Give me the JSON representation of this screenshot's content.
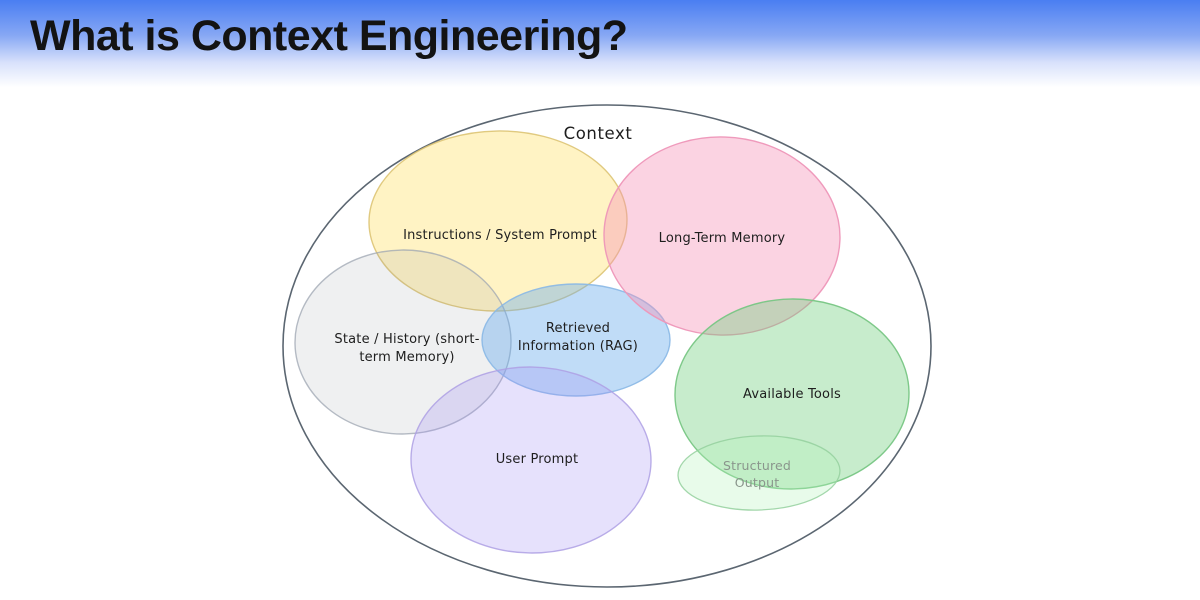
{
  "header": {
    "title": "What is Context Engineering?"
  },
  "diagram": {
    "outer_label": "Context",
    "colors": {
      "outer_stroke": "#5b6671",
      "label_text": "#1e1e1e",
      "muted_text": "#8a958c",
      "header_gradient_top": "#4a7ef2",
      "header_gradient_bottom": "#ffffff"
    },
    "sets": [
      {
        "name": "instructions-system-prompt",
        "label": "Instructions / System Prompt",
        "lines": [
          "Instructions / System Prompt"
        ],
        "fill": "rgba(255,233,148,0.55)",
        "stroke": "rgba(219,193,111,0.85)"
      },
      {
        "name": "long-term-memory",
        "label": "Long-Term Memory",
        "lines": [
          "Long-Term Memory"
        ],
        "fill": "rgba(244,145,182,0.40)",
        "stroke": "rgba(238,150,184,0.95)"
      },
      {
        "name": "state-history-short-term-memory",
        "label": "State / History (short-term Memory)",
        "lines": [
          "State / History (short-",
          "term Memory)"
        ],
        "fill": "rgba(139,148,158,0.14)",
        "stroke": "rgba(158,166,177,0.75)"
      },
      {
        "name": "retrieved-information-rag",
        "label": "Retrieved Information (RAG)",
        "lines": [
          "Retrieved",
          "Information (RAG)"
        ],
        "fill": "rgba(106,172,236,0.42)",
        "stroke": "rgba(138,184,230,0.9)"
      },
      {
        "name": "available-tools",
        "label": "Available Tools",
        "lines": [
          "Available Tools"
        ],
        "fill": "rgba(108,204,120,0.38)",
        "stroke": "rgba(120,198,132,0.95)"
      },
      {
        "name": "user-prompt",
        "label": "User Prompt",
        "lines": [
          "User Prompt"
        ],
        "fill": "rgba(158,138,244,0.26)",
        "stroke": "rgba(174,160,228,0.85)"
      },
      {
        "name": "structured-output",
        "label": "Structured Output",
        "lines": [
          "Structured",
          "Output"
        ],
        "fill": "rgba(178,242,187,0.30)",
        "stroke": "rgba(148,208,158,0.85)"
      }
    ]
  }
}
